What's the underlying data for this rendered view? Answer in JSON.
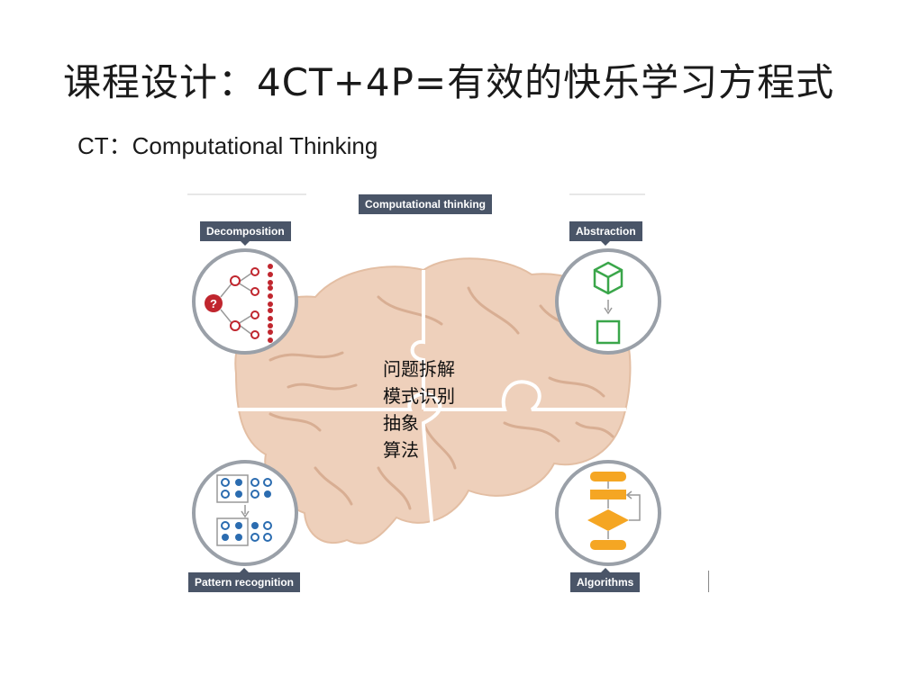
{
  "title": "课程设计：4CT+4P=有效的快乐学习方程式",
  "subtitle": "CT：Computational Thinking",
  "diagram": {
    "center_label": "Computational thinking",
    "corners": {
      "top_left": "Decomposition",
      "top_right": "Abstraction",
      "bottom_left": "Pattern recognition",
      "bottom_right": "Algorithms"
    },
    "overlay_lines": [
      "问题拆解",
      "模式识别",
      "抽象",
      "算法"
    ]
  }
}
